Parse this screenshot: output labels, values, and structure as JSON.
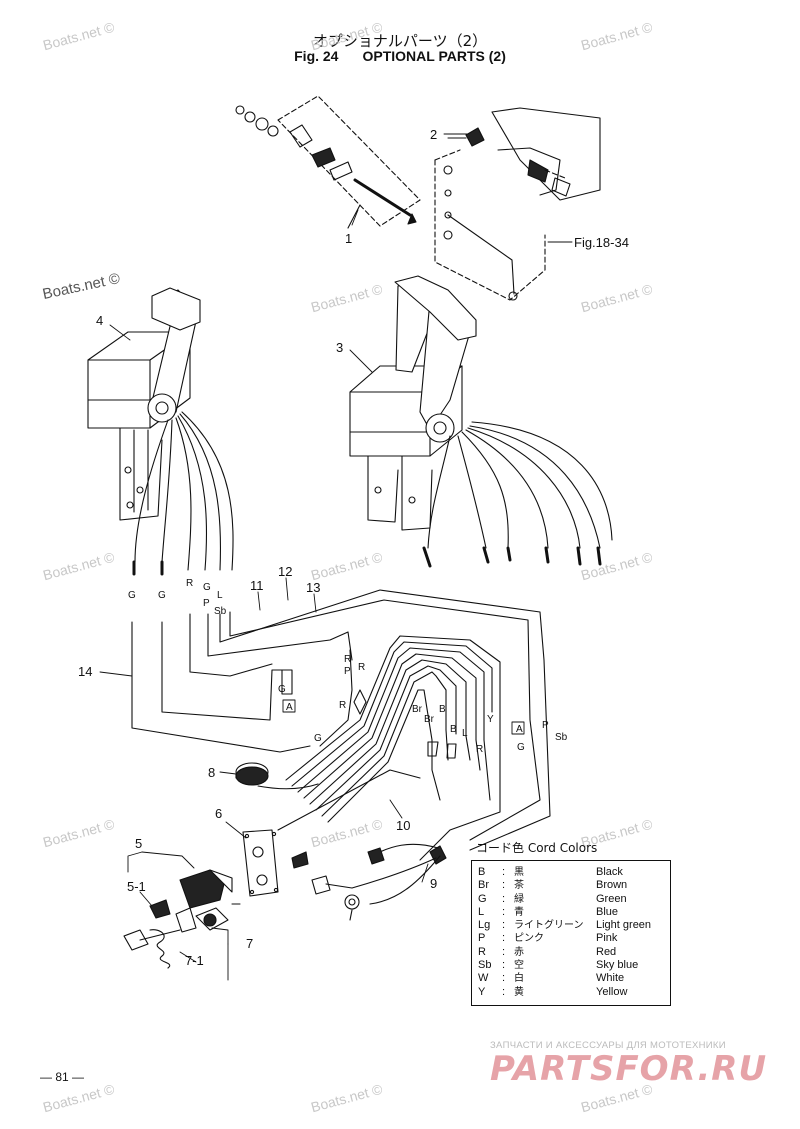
{
  "header": {
    "title_jp": "オプショナルパーツ（2）",
    "fig_label": "Fig. 24",
    "title_en": "OPTIONAL PARTS (2)"
  },
  "watermarks": {
    "text": "Boats.net ©",
    "prominent": "Boats.net ©"
  },
  "diagram": {
    "callouts": [
      "1",
      "2",
      "3",
      "4",
      "5",
      "5-1",
      "6",
      "7",
      "7-1",
      "8",
      "9",
      "10",
      "11",
      "12",
      "13",
      "14"
    ],
    "fig_ref": "Fig.18-34",
    "wire_labels": [
      "G",
      "G",
      "R",
      "G",
      "P",
      "L",
      "Sb",
      "G",
      "A",
      "R",
      "G",
      "P",
      "R",
      "R",
      "Br",
      "Br",
      "B",
      "B",
      "L",
      "R",
      "Y",
      "A",
      "G",
      "P",
      "Sb"
    ]
  },
  "legend": {
    "title": "コード色  Cord Colors",
    "rows": [
      {
        "code": "B",
        "sep": ":",
        "jp": "黒",
        "en": "Black"
      },
      {
        "code": "Br",
        "sep": ":",
        "jp": "茶",
        "en": "Brown"
      },
      {
        "code": "G",
        "sep": ":",
        "jp": "緑",
        "en": "Green"
      },
      {
        "code": "L",
        "sep": ":",
        "jp": "青",
        "en": "Blue"
      },
      {
        "code": "Lg",
        "sep": ":",
        "jp": "ライトグリーン",
        "en": "Light green"
      },
      {
        "code": "P",
        "sep": ":",
        "jp": "ピンク",
        "en": "Pink"
      },
      {
        "code": "R",
        "sep": ":",
        "jp": "赤",
        "en": "Red"
      },
      {
        "code": "Sb",
        "sep": ":",
        "jp": "空",
        "en": "Sky blue"
      },
      {
        "code": "W",
        "sep": ":",
        "jp": "白",
        "en": "White"
      },
      {
        "code": "Y",
        "sep": ":",
        "jp": "黄",
        "en": "Yellow"
      }
    ]
  },
  "footer": {
    "page_number": "— 81 —",
    "banner_top": "ЗАПЧАСТИ И АКСЕССУАРЫ ДЛЯ МОТОТЕХНИКИ",
    "banner_logo": "PARTSFOR.RU"
  }
}
